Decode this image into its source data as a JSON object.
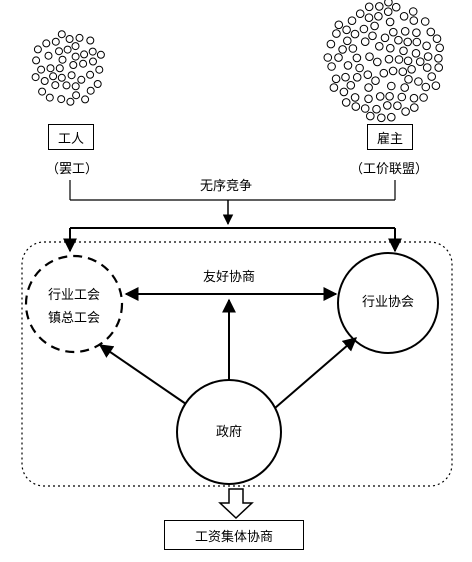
{
  "workers": {
    "label": "工人",
    "sub_label": "（罢工）"
  },
  "employers": {
    "label": "雇主",
    "sub_label": "（工价联盟）"
  },
  "competition_label": "无序竞争",
  "unions": {
    "line1": "行业工会",
    "line2": "镇总工会"
  },
  "friendly_label": "友好协商",
  "association_label": "行业协会",
  "government_label": "政府",
  "result_label": "工资集体协商",
  "colors": {
    "stroke": "#000000",
    "background": "#ffffff"
  }
}
